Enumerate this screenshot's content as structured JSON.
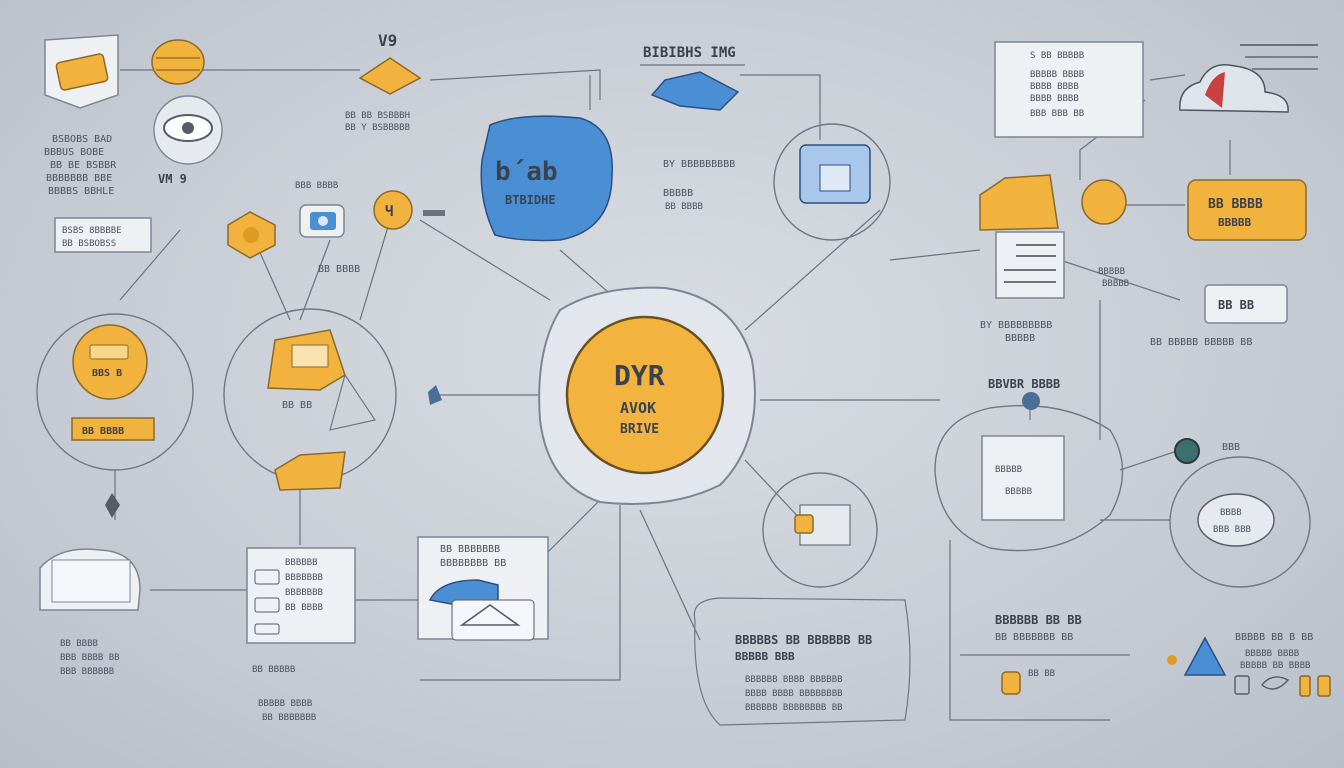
{
  "colors": {
    "accent_gold": "#f2b23e",
    "accent_blue": "#4a8fd4",
    "line": "#6b7380",
    "card": "#eef0f4"
  },
  "hub": {
    "line1": "DYR",
    "line2": "AVOK",
    "line3": "BRIVE"
  },
  "bubble": {
    "title": "b´ab",
    "subtitle": "BTBIDHE"
  },
  "top": {
    "center_label": "BIBIBHS IMG",
    "v_label": "V9"
  },
  "left": {
    "notes1": [
      "BSBOBS BAD",
      "BBBUS BOBE",
      "BB BE BSBBR",
      "BBBBBBB BBE",
      "BBBBS BBHLE"
    ],
    "code1": "VM 9",
    "notes2": [
      "BSBS 8BBBBE",
      "BB BSBOBSS"
    ],
    "v_notes": [
      "BB BB BSBBBH",
      "BB Y BSBBBBB"
    ],
    "small1": "BBB BBBB",
    "small2": "BB BBBB",
    "circle_label": "BBS B",
    "bar_label": "BB BBBB",
    "mini_label": "BB BB"
  },
  "right": {
    "panel": [
      "S BB BBBBB",
      "BBBBB BBBB",
      "BBBB BBBB",
      "BBBB BBBB",
      "BBB BBB BB"
    ],
    "badge": [
      "BB BBBB",
      "BBBBB"
    ],
    "chip": "BB BB",
    "notes": [
      "BB BBBB",
      "BBBBB"
    ],
    "mid_text": [
      "BY BBBBBBBBB",
      "BBBBB"
    ],
    "far_text": "BB BBBBB BBBBB BB",
    "cluster_title": "BBVBR BBBB",
    "doc_label": [
      "BBBBB",
      "BBBBB"
    ],
    "small_right": "BBB",
    "oval_text": [
      "BBBB",
      "BBB BBB"
    ]
  },
  "bottom": {
    "card1": [
      "BBBBBB",
      "BBBBBBB",
      "BBBBBBB",
      "BB BBBB"
    ],
    "card1_notes": [
      "BB BBBBB",
      "BBBBB BBBB",
      "BB BBBBBBB"
    ],
    "card2": [
      "BB BBBBBBB",
      "BBBBBBBB BB"
    ],
    "card3_title": "BBBBBS BB BBBBBB BB",
    "card3_sub": "BBBBB BBB",
    "card3_lines": [
      "BBBBBB BBBB BBBBBB",
      "BBBB BBBB BBBBBBBB",
      "BBBBBB BBBBBBBB BB"
    ],
    "card4_title": "BBBBBB BB BB",
    "card4_sub": "BB BBBBBBB BB",
    "card4_small": "BB BB",
    "card5": [
      "BBBBB BB B BB",
      "BBBBB BBBB",
      "BBBBB BB BBBB"
    ],
    "bottom_left": [
      "BB BBBB",
      "BBB BBBB BB",
      "BBB BBBBBB"
    ]
  }
}
